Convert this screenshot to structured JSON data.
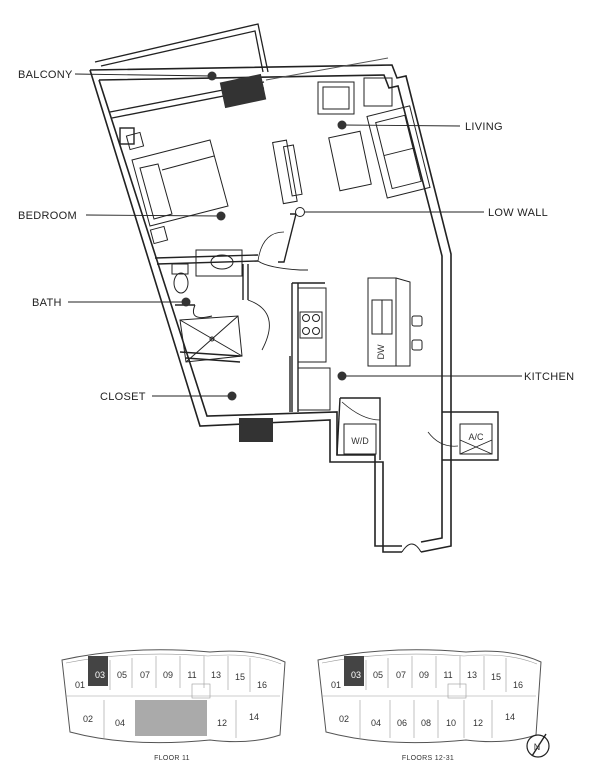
{
  "labels": {
    "balcony": "BALCONY",
    "living": "LIVING",
    "bedroom": "BEDROOM",
    "low_wall": "LOW WALL",
    "bath": "BATH",
    "kitchen": "KITCHEN",
    "closet": "CLOSET"
  },
  "fixtures": {
    "dishwasher": "DW",
    "washer_dryer": "W/D",
    "ac": "A/C"
  },
  "keyplans": [
    {
      "caption": "FLOOR 11",
      "units_top": [
        "01",
        "03",
        "05",
        "07",
        "09",
        "11",
        "13",
        "15",
        "16"
      ],
      "units_bottom": [
        "02",
        "04",
        "12",
        "14"
      ],
      "highlight": "03"
    },
    {
      "caption": "FLOORS 12-31",
      "units_top": [
        "01",
        "03",
        "05",
        "07",
        "09",
        "11",
        "13",
        "15",
        "16"
      ],
      "units_bottom": [
        "02",
        "04",
        "06",
        "08",
        "10",
        "12",
        "14"
      ],
      "highlight": "03"
    }
  ],
  "compass": "N"
}
